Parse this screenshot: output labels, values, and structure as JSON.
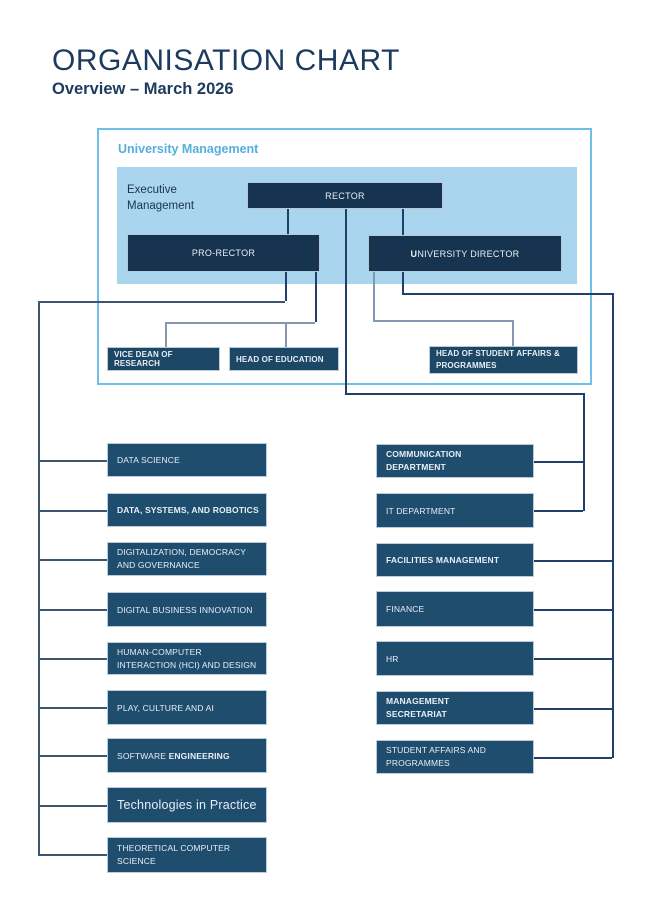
{
  "header": {
    "title": "ORGANISATION CHART",
    "subtitle": "Overview – March 2026"
  },
  "university_management": {
    "label": "University Management",
    "executive_label_lines": [
      "Executive",
      "Management"
    ],
    "rector": {
      "label": "RECTOR"
    },
    "pro_rector": {
      "label": "PRO-RECTOR"
    },
    "university_director": {
      "label": "UNIVERSITY DIRECTOR"
    }
  },
  "middle_tier": {
    "vice_dean_research": {
      "label": "VICE DEAN OF RESEARCH"
    },
    "head_of_education": {
      "label": "HEAD OF EDUCATION"
    },
    "head_of_student_affairs": {
      "lines": [
        "HEAD OF STUDENT AFFAIRS &",
        "PROGRAMMES"
      ]
    }
  },
  "departments_left": [
    {
      "label": "DATA SCIENCE"
    },
    {
      "label": "DATA, SYSTEMS, AND ROBOTICS"
    },
    {
      "lines": [
        "DIGITALIZATION, DEMOCRACY",
        "AND GOVERNANCE"
      ]
    },
    {
      "label": "DIGITAL BUSINESS INNOVATION"
    },
    {
      "lines": [
        "HUMAN-COMPUTER",
        "INTERACTION (HCI) AND DESIGN"
      ]
    },
    {
      "label": "PLAY, CULTURE AND AI"
    },
    {
      "label": "SOFTWARE ",
      "label_bold": "ENGINEERING"
    },
    {
      "label": "Technologies in Practice"
    },
    {
      "lines": [
        "THEORETICAL COMPUTER",
        "SCIENCE"
      ]
    }
  ],
  "departments_right": [
    {
      "lines": [
        "COMMUNICATION",
        "DEPARTMENT"
      ]
    },
    {
      "label": "IT DEPARTMENT"
    },
    {
      "label": "FACILITIES MANAGEMENT"
    },
    {
      "label": "FINANCE"
    },
    {
      "label": "HR"
    },
    {
      "lines": [
        "MANAGEMENT",
        "SECRETARIAT"
      ]
    },
    {
      "lines": [
        "STUDENT AFFAIRS AND",
        "PROGRAMMES"
      ]
    }
  ],
  "colors": {
    "box_dept": "#1F4D6E",
    "box_mid": "#1C4765",
    "box_exec": "#163450",
    "um_fill": "#A9D6EE",
    "um_border": "#6FC0E9",
    "um_label": "#55AFDD",
    "title": "#1C3B5E",
    "line_navy": "#20406A",
    "line_steel": "#3D566E",
    "line_light": "#8496B0"
  }
}
